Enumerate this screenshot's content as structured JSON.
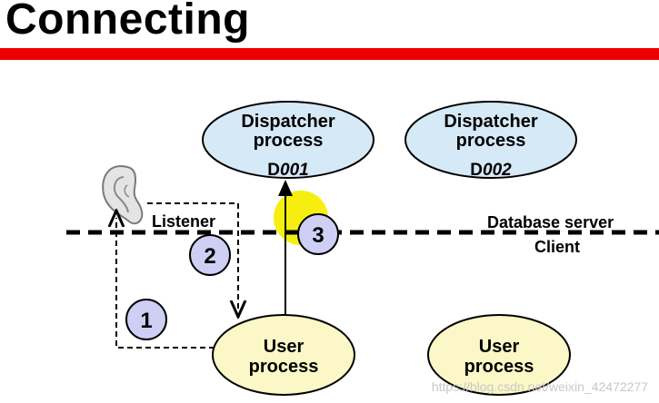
{
  "header": {
    "title": "Connecting"
  },
  "dispatchers": [
    {
      "line1": "Dispatcher",
      "line2": "process",
      "id_prefix": "D",
      "id_num": "001"
    },
    {
      "line1": "Dispatcher",
      "line2": "process",
      "id_prefix": "D",
      "id_num": "002"
    }
  ],
  "users": [
    {
      "line1": "User",
      "line2": "process"
    },
    {
      "line1": "User",
      "line2": "process"
    }
  ],
  "labels": {
    "listener": "Listener",
    "database_server": "Database server",
    "client": "Client"
  },
  "steps": [
    "1",
    "2",
    "3"
  ],
  "watermark": "https://blog.csdn.net/weixin_42472277",
  "colors": {
    "title_bar": "#ee0000",
    "dispatcher_fill": "#d6e9f7",
    "user_fill": "#fbf7c6",
    "step_fill": "#cdd0f4",
    "highlight": "#f6ee10"
  }
}
